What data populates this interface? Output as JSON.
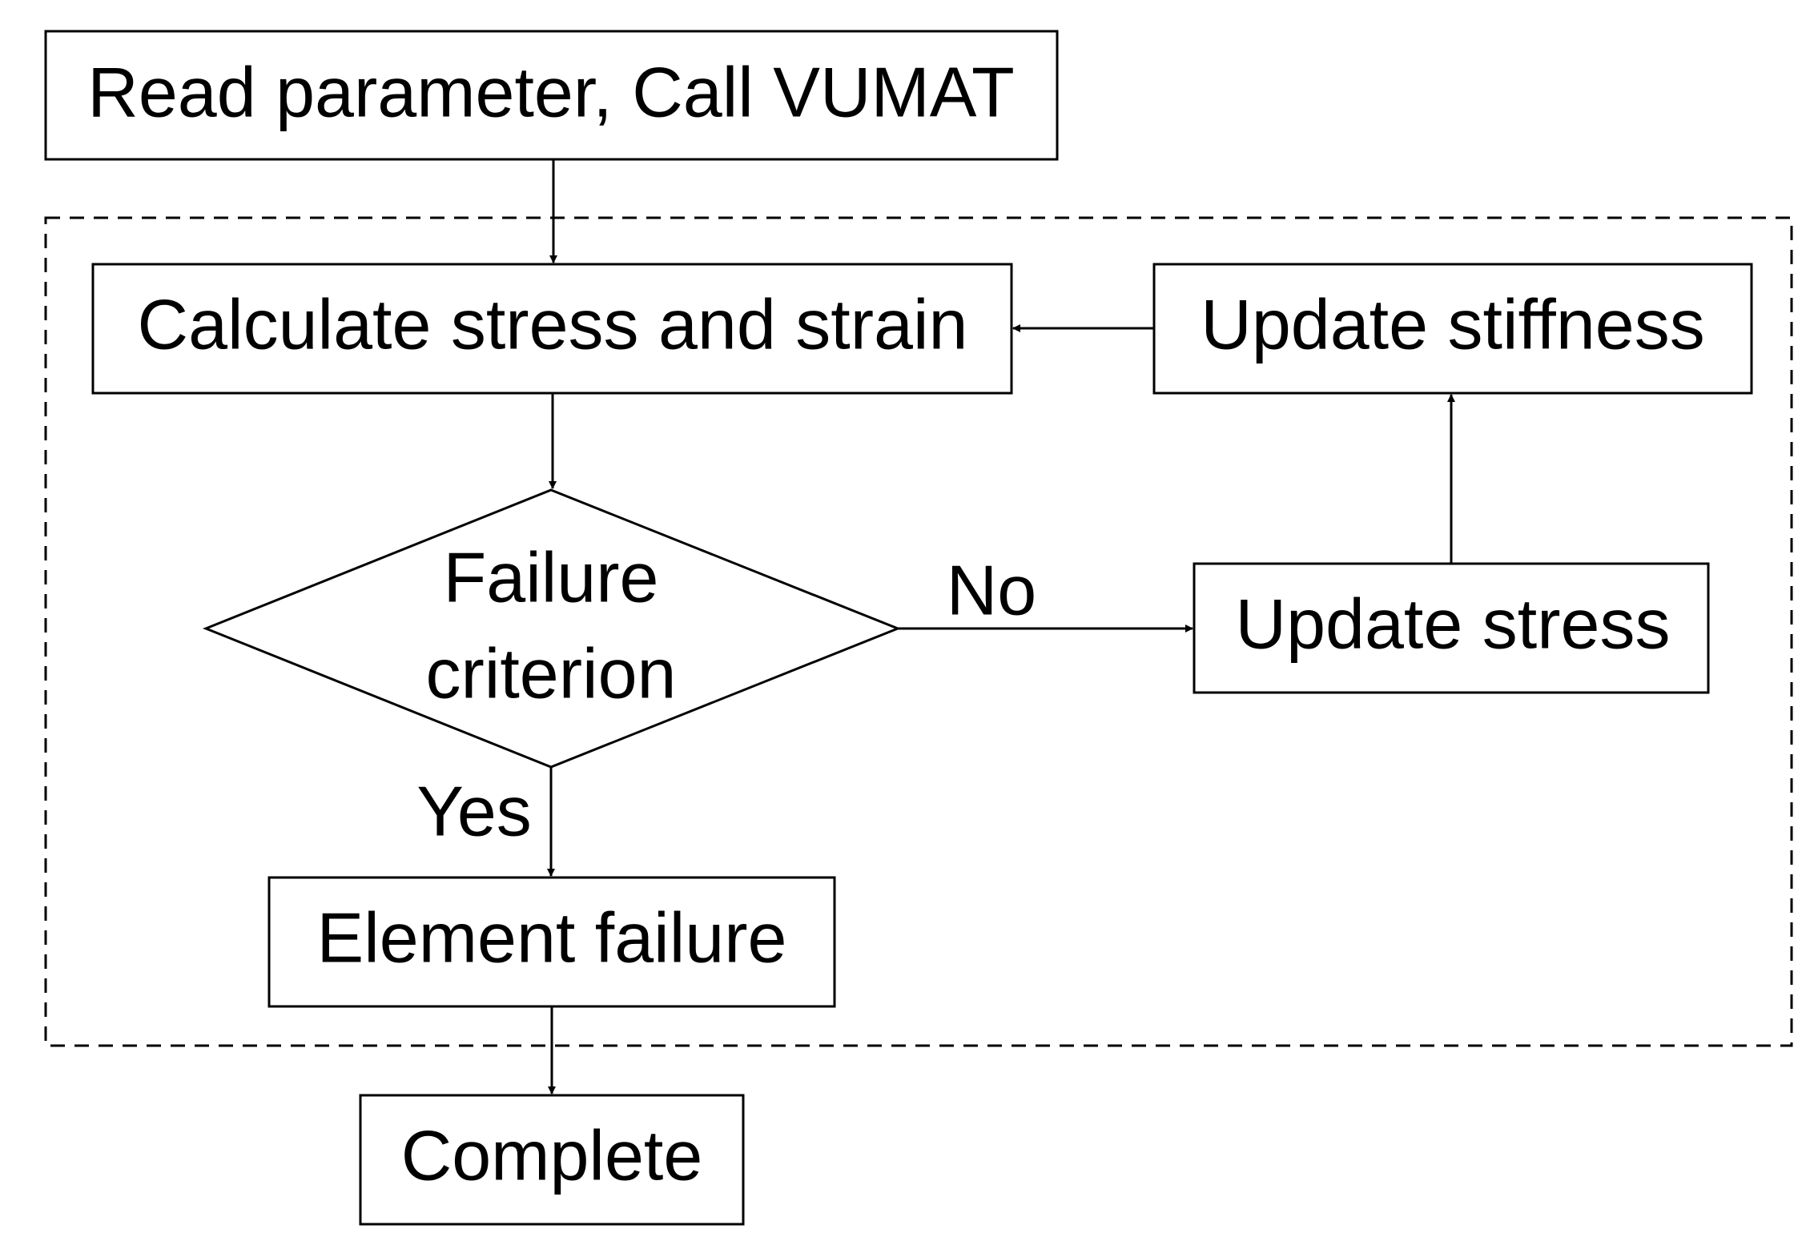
{
  "nodes": {
    "read_parameter": "Read parameter, Call VUMAT",
    "calculate": "Calculate stress and strain",
    "update_stiffness": "Update stiffness",
    "failure_line1": "Failure",
    "failure_line2": "criterion",
    "update_stress": "Update stress",
    "element_failure": "Element failure",
    "complete": "Complete"
  },
  "edge_labels": {
    "no": "No",
    "yes": "Yes"
  },
  "colors": {
    "stroke": "#000000",
    "background": "#ffffff"
  }
}
